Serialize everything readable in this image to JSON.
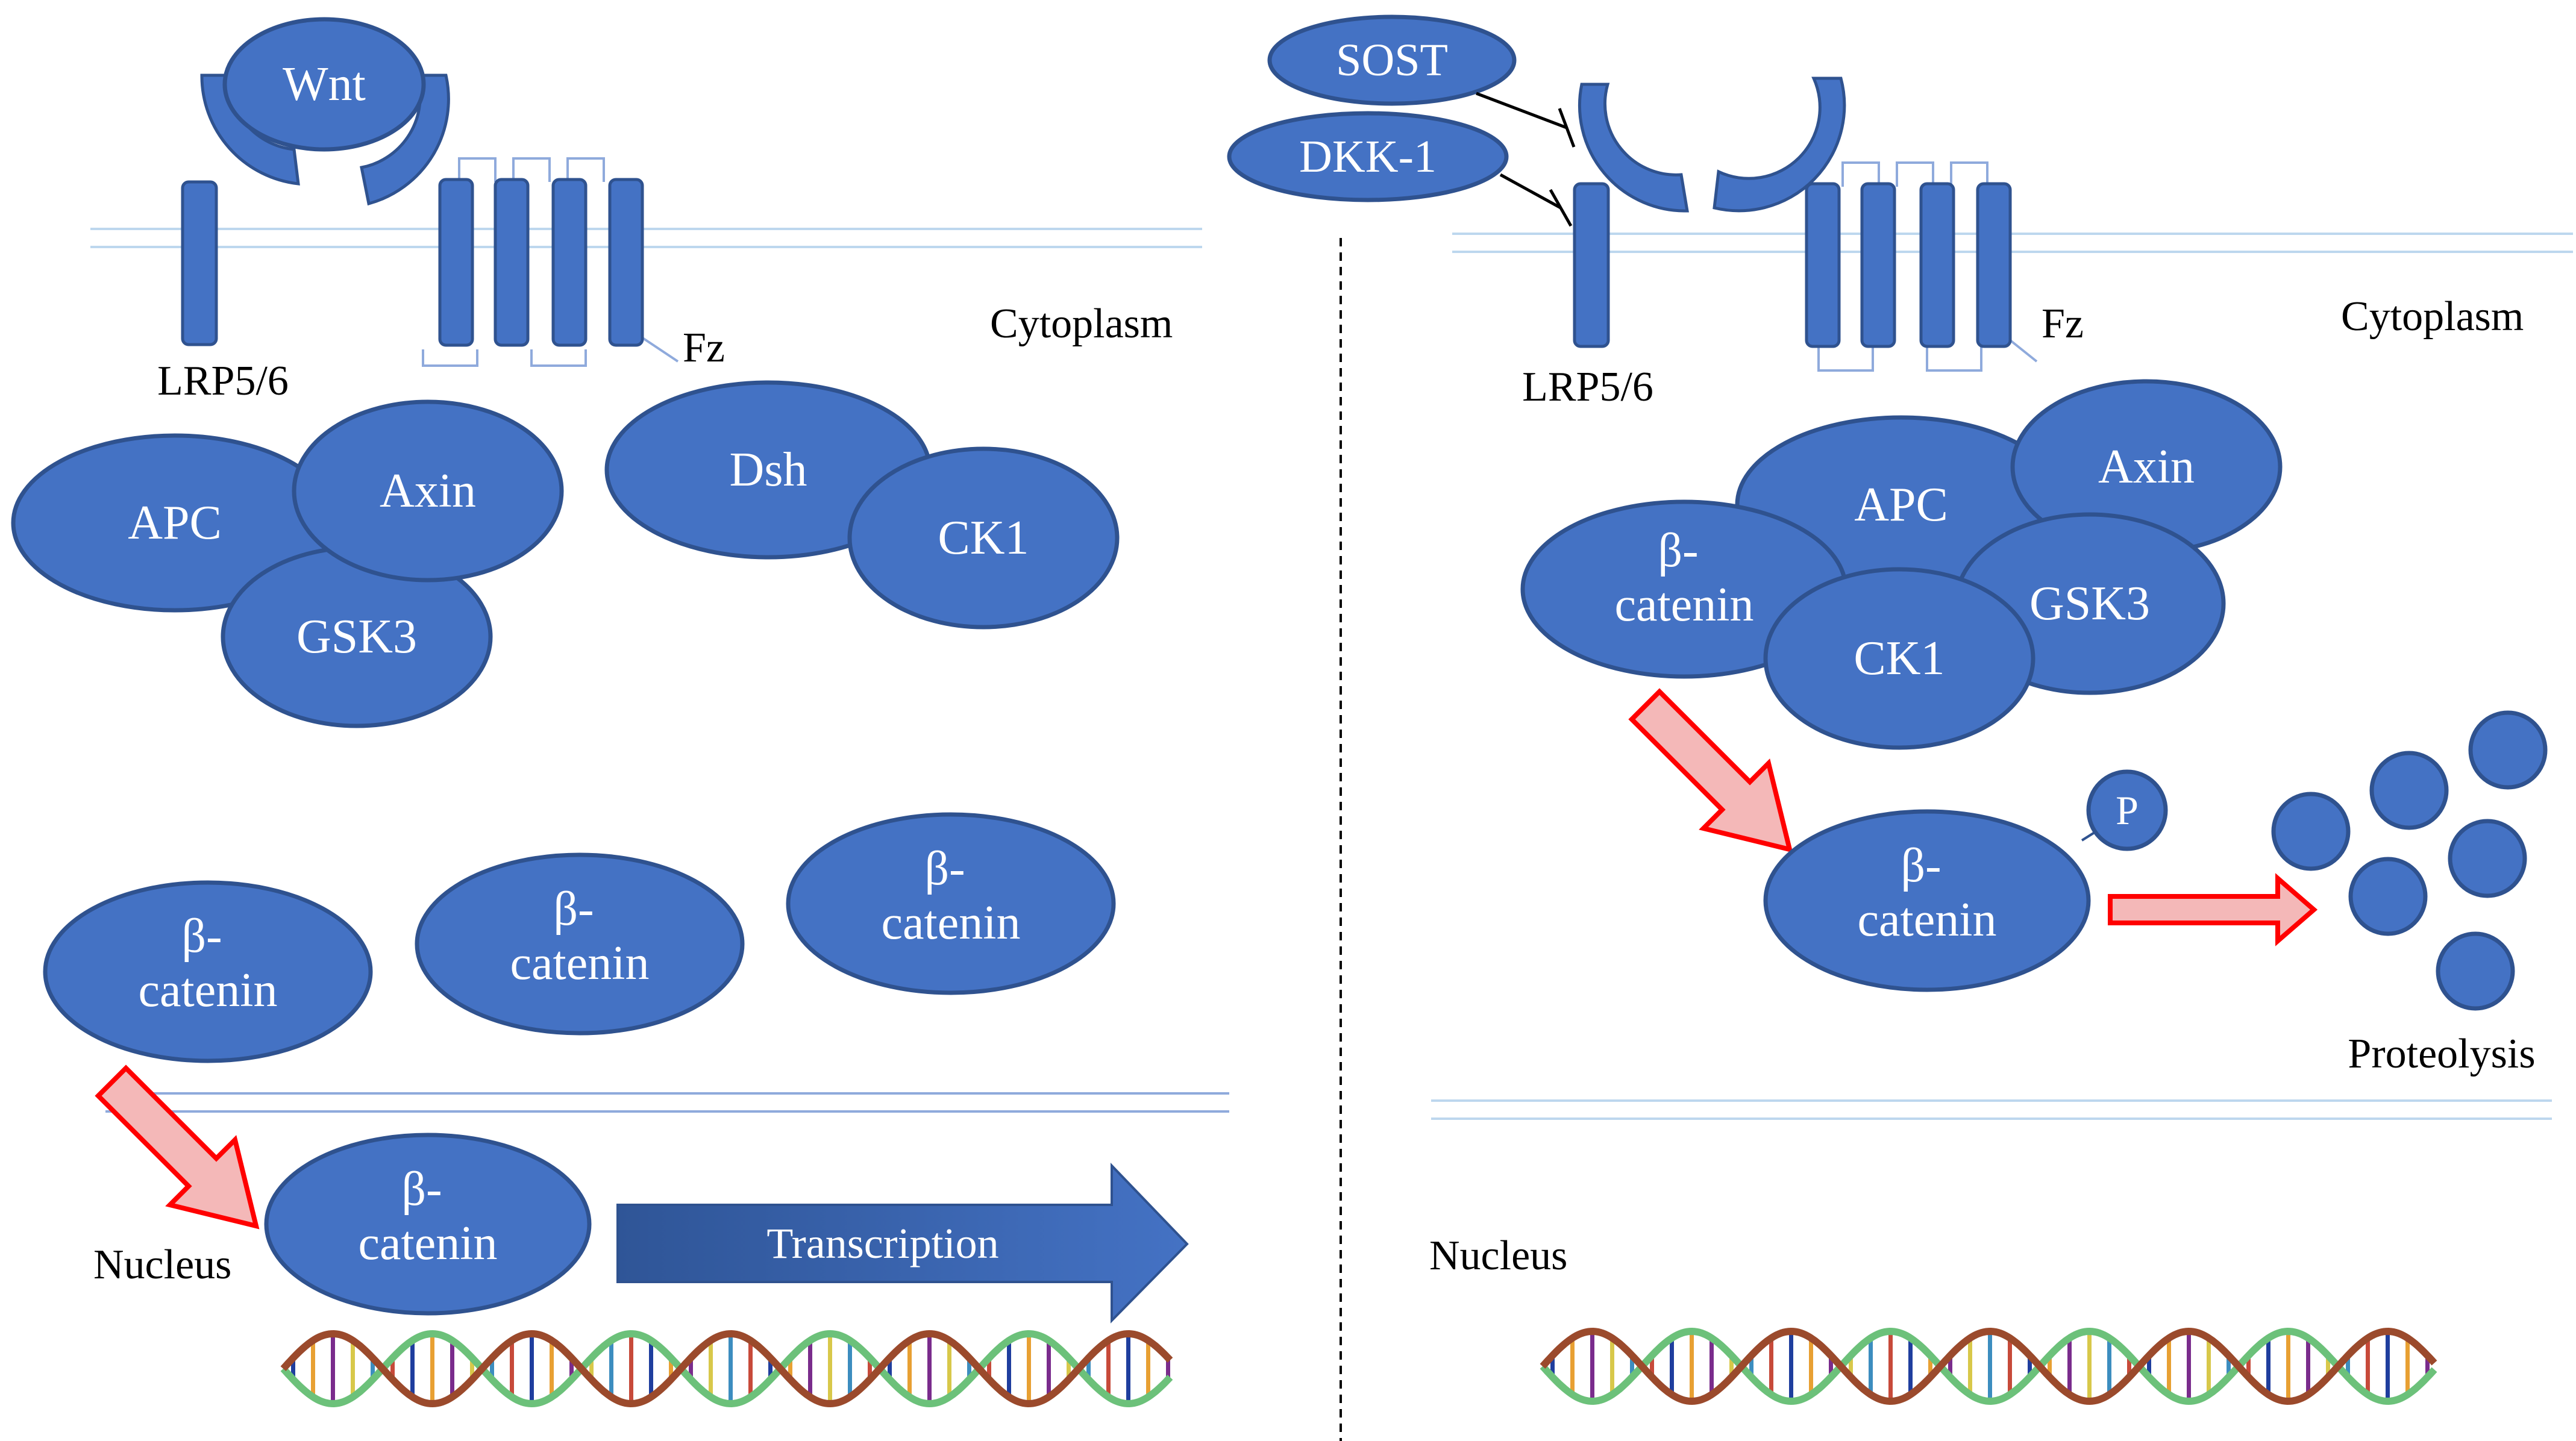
{
  "colors": {
    "protein_fill": "#4472C4",
    "protein_stroke": "#2F528F",
    "membrane": "#BDD7EE",
    "arrow_red": "#FF0000",
    "arrow_red_fill": "#F4B8B8",
    "transcription_arrow": "#2F5597"
  },
  "left": {
    "wnt": "Wnt",
    "lrp": "LRP5/6",
    "fz": "Fz",
    "cytoplasm": "Cytoplasm",
    "apc": "APC",
    "axin": "Axin",
    "gsk3": "GSK3",
    "dsh": "Dsh",
    "ck1": "CK1",
    "bcat_line1": "β-",
    "bcat_line2": "catenin",
    "nucleus": "Nucleus",
    "transcription": "Transcription"
  },
  "right": {
    "sost": "SOST",
    "dkk1": "DKK-1",
    "lrp": "LRP5/6",
    "fz": "Fz",
    "cytoplasm": "Cytoplasm",
    "apc": "APC",
    "axin": "Axin",
    "gsk3": "GSK3",
    "ck1": "CK1",
    "bcat_line1": "β-",
    "bcat_line2": "catenin",
    "p": "P",
    "proteolysis": "Proteolysis",
    "nucleus": "Nucleus"
  },
  "icons": {
    "dna": "dna-helix-icon",
    "divider": "dashed-divider"
  }
}
